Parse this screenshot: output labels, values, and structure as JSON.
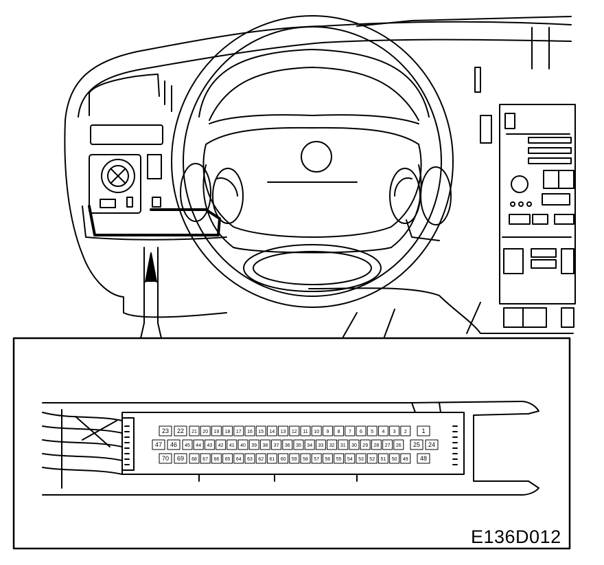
{
  "figure_code": "E136D012",
  "connector": {
    "row1": [
      "23",
      "22",
      "21",
      "20",
      "19",
      "18",
      "17",
      "16",
      "15",
      "14",
      "13",
      "12",
      "11",
      "10",
      "9",
      "8",
      "7",
      "6",
      "5",
      "4",
      "3",
      "2",
      "1"
    ],
    "row2": [
      "47",
      "46",
      "45",
      "44",
      "43",
      "42",
      "41",
      "40",
      "39",
      "38",
      "37",
      "36",
      "35",
      "34",
      "33",
      "32",
      "31",
      "30",
      "29",
      "28",
      "27",
      "26",
      "25",
      "24"
    ],
    "row3": [
      "70",
      "69",
      "68",
      "67",
      "66",
      "65",
      "64",
      "63",
      "62",
      "61",
      "60",
      "59",
      "58",
      "57",
      "56",
      "55",
      "54",
      "53",
      "52",
      "51",
      "50",
      "49",
      "48"
    ]
  }
}
